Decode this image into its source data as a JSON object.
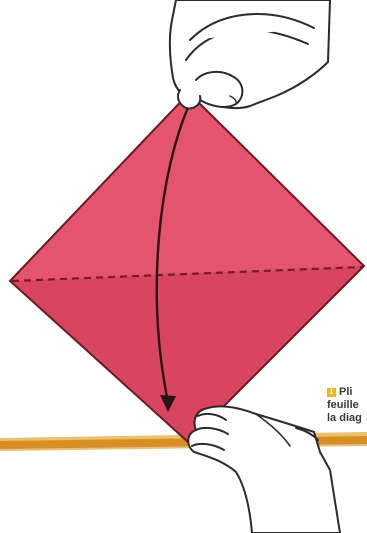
{
  "illustration": {
    "paper_color": "#e4546d",
    "paper_lower_color": "#d94460",
    "fold_line_color": "#8a1f2c",
    "arrow_color": "#2b1416",
    "ruler_color": "#e0a53a",
    "hand_outline_color": "#2b2b2b",
    "hand_fill_color": "#ffffff"
  },
  "caption": {
    "step_number": "1",
    "line1": "Pli",
    "line2": "feuille",
    "line3": "la diag"
  }
}
